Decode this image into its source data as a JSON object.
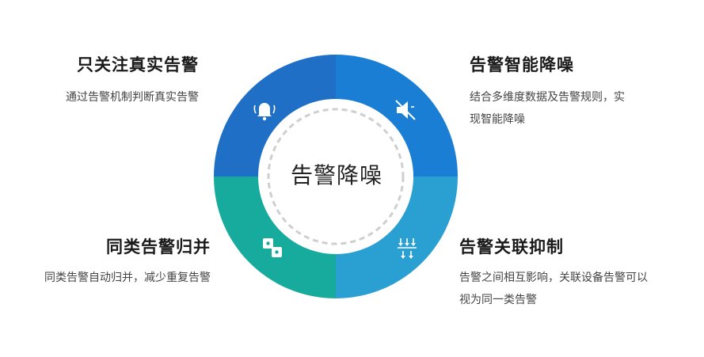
{
  "center": {
    "label": "告警降噪"
  },
  "colors": {
    "top_right": "#1a7fd4",
    "bottom_right": "#2a9fd1",
    "bottom_left": "#16ab9c",
    "top_left": "#1f6fc6",
    "center_bg": "#ffffff",
    "dash_ring": "#cfcfcf"
  },
  "features": [
    {
      "title": "只关注真实告警",
      "description": "通过告警机制判断真实告警",
      "icon": "bell-icon"
    },
    {
      "title": "告警智能降噪",
      "description_lines": [
        "结合多维度数据及告警规则，实",
        "现智能降噪"
      ],
      "icon": "mute-speaker-icon"
    },
    {
      "title": "同类告警归并",
      "description": "同类告警自动归并，减少重复告警",
      "icon": "merge-icon"
    },
    {
      "title": "告警关联抑制",
      "description_lines": [
        "告警之间相互影响，关联设备告警可以",
        "视为同一类告警"
      ],
      "icon": "suppress-arrows-icon"
    }
  ]
}
